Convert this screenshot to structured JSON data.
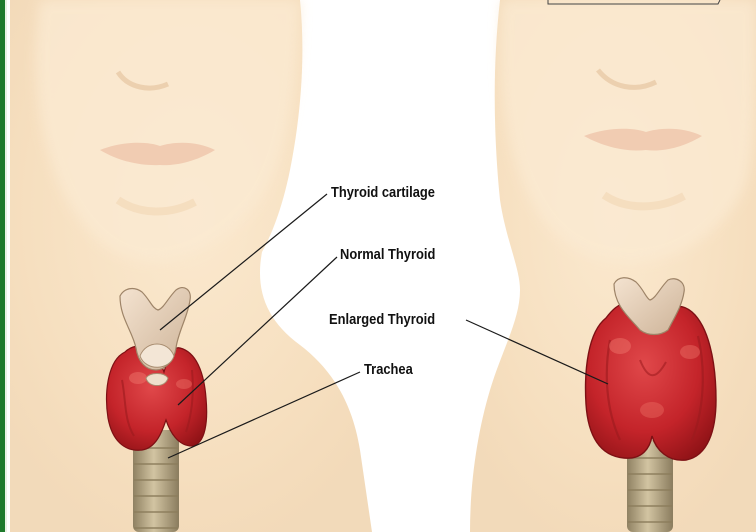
{
  "labels": {
    "thyroid_cartilage": "Thyroid cartilage",
    "normal_thyroid": "Normal Thyroid",
    "enlarged_thyroid": "Enlarged Thyroid",
    "trachea": "Trachea"
  },
  "colors": {
    "skin": "#f8e3c4",
    "thyroid": "#c8262a",
    "cartilage": "#e9d3bd",
    "trachea": "#b8a888",
    "border": "#1e7a2c"
  },
  "illustrations": [
    "normal-neck",
    "enlarged-neck"
  ]
}
